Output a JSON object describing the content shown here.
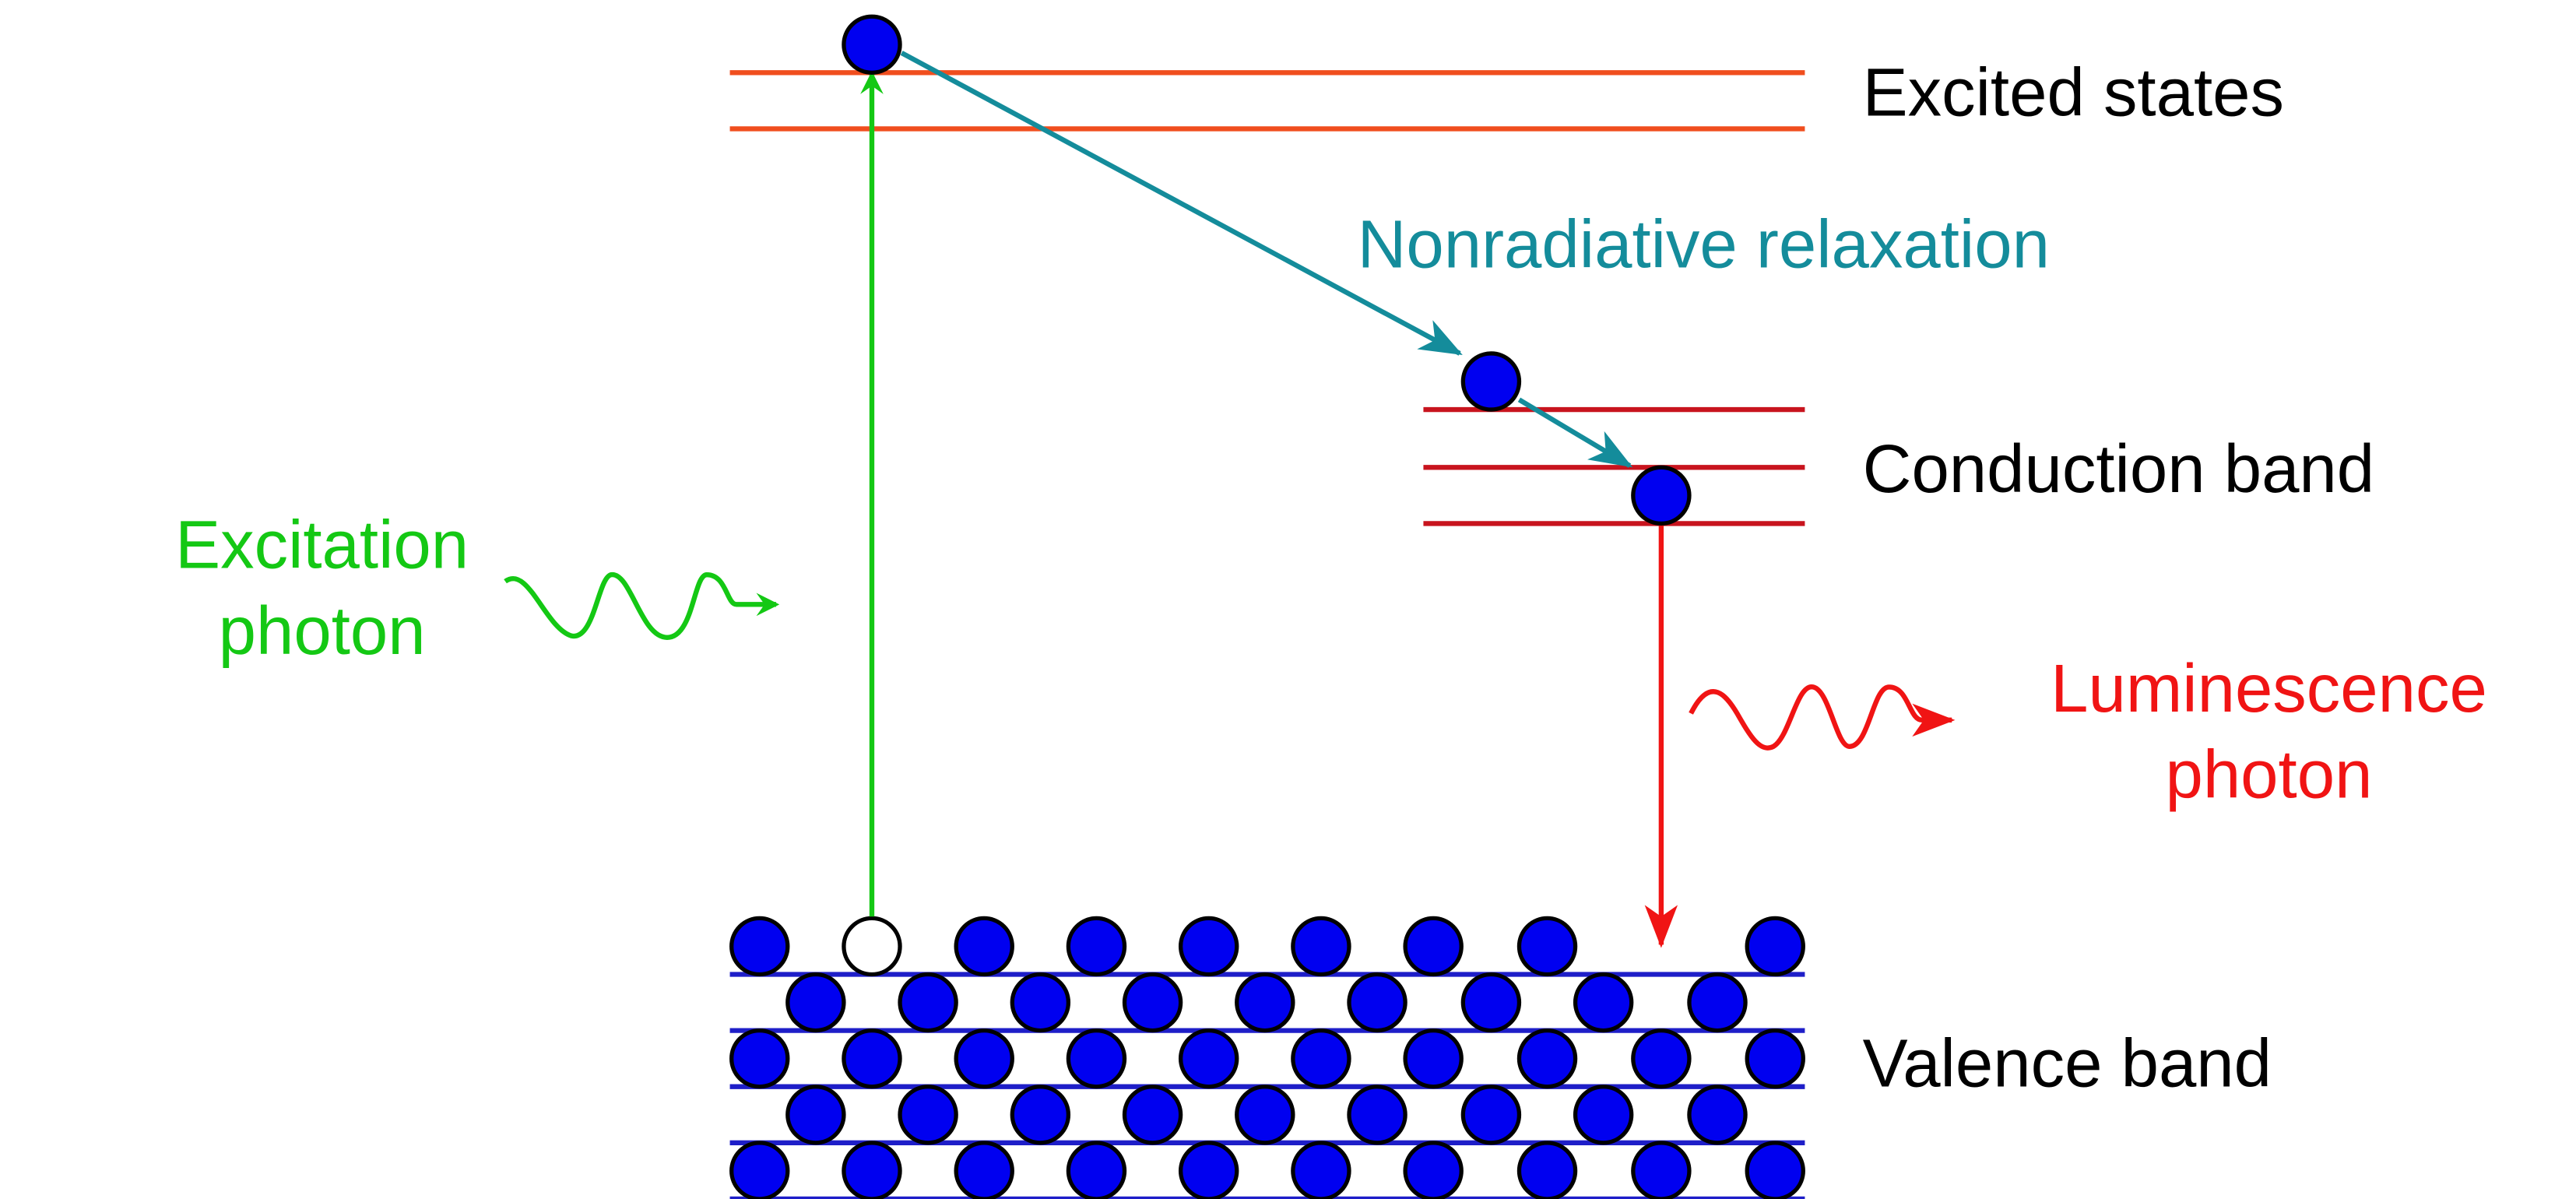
{
  "labels": {
    "excited_states": "Excited states",
    "nonradiative": "Nonradiative relaxation",
    "conduction_band": "Conduction band",
    "excitation_line1": "Excitation",
    "excitation_line2": "photon",
    "luminescence_line1": "Luminescence",
    "luminescence_line2": "photon",
    "valence_band": "Valence band"
  },
  "colors": {
    "excited_level": "#f04e1e",
    "conduction_level": "#c8141e",
    "valence_level": "#1e1ec8",
    "electron_fill": "#0000f0",
    "excitation": "#14c814",
    "nonradiative": "#148c9b",
    "luminescence": "#f01414",
    "text": "#000000"
  }
}
